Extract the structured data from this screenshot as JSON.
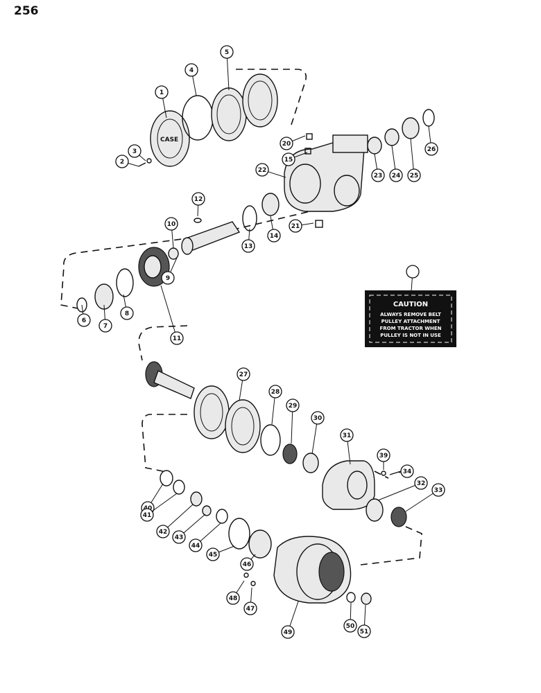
{
  "page": {
    "number": "256"
  },
  "callouts": [
    "1",
    "2",
    "3",
    "4",
    "5",
    "6",
    "7",
    "8",
    "9",
    "10",
    "11",
    "12",
    "13",
    "14",
    "15",
    "20",
    "21",
    "22",
    "23",
    "24",
    "25",
    "26",
    "27",
    "28",
    "29",
    "30",
    "31",
    "32",
    "33",
    "34",
    "39",
    "40",
    "41",
    "42",
    "43",
    "44",
    "45",
    "46",
    "47",
    "48",
    "49",
    "50",
    "51"
  ],
  "decal": {
    "title": "CAUTION",
    "lines": [
      "ALWAYS REMOVE BELT",
      "PULLEY ATTACHMENT",
      "FROM TRACTOR WHEN",
      "PULLEY IS NOT IN USE"
    ]
  },
  "logo_text": "CASE",
  "colors": {
    "ink": "#111111",
    "paper": "#ffffff",
    "part": "#e9e9e9"
  }
}
